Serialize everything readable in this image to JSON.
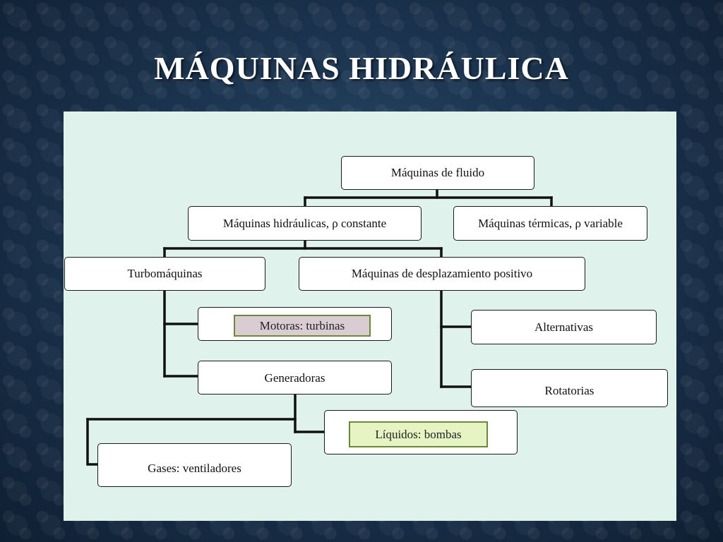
{
  "slide": {
    "title": "MÁQUINAS HIDRÁULICA"
  },
  "diagram": {
    "root": "Máquinas de fluido",
    "hidraulicas": "Máquinas hidráulicas, ρ constante",
    "termicas": "Máquinas térmicas, ρ variable",
    "turbomaquinas": "Turbomáquinas",
    "desplazamiento": "Máquinas de desplazamiento positivo",
    "motoras": "Motoras: turbinas",
    "generadoras": "Generadoras",
    "alternativas": "Alternativas",
    "rotatorias": "Rotatorias",
    "liquidos": "Líquidos: bombas",
    "gases": "Gases: ventiladores"
  },
  "colors": {
    "panel": "#dff2ec",
    "highlight_pink": "#d9ccd2",
    "highlight_green": "#e6f3c3",
    "highlight_border": "#6a8a3a"
  }
}
